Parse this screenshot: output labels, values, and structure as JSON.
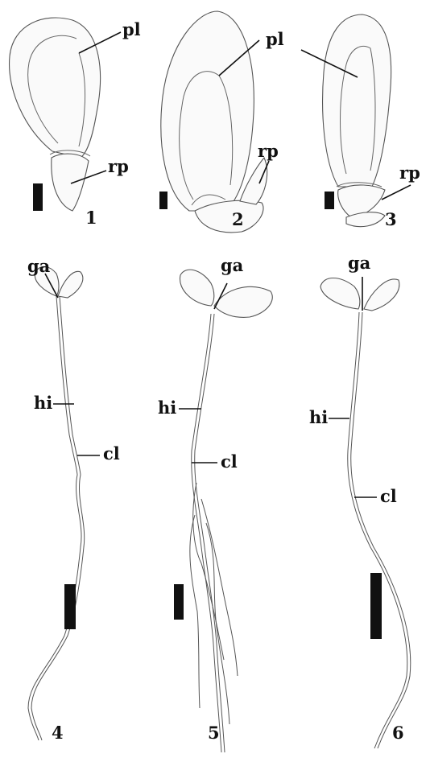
{
  "figure": {
    "labels": {
      "pl": "pl",
      "rp": "rp",
      "ga": "ga",
      "hi": "hi",
      "cl": "cl"
    },
    "panels": [
      "1",
      "2",
      "3",
      "4",
      "5",
      "6"
    ]
  }
}
